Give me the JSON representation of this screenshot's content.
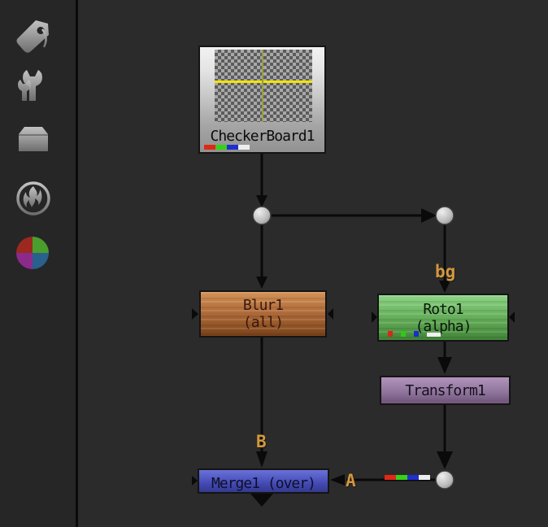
{
  "sidebar": {
    "icons": [
      {
        "name": "tag"
      },
      {
        "name": "wrench"
      },
      {
        "name": "drawer"
      },
      {
        "name": "flame-circle"
      },
      {
        "name": "color-wheel"
      }
    ]
  },
  "graph": {
    "nodes": {
      "checkerboard": {
        "label": "CheckerBoard1"
      },
      "blur": {
        "label": "Blur1",
        "sublabel": "(all)"
      },
      "roto": {
        "label": "Roto1",
        "sublabel": "(alpha)"
      },
      "transform": {
        "label": "Transform1"
      },
      "merge": {
        "label": "Merge1 (over)"
      }
    },
    "wire_labels": {
      "bg": "bg",
      "a": "A",
      "b": "B"
    },
    "colors": {
      "background": "#2b2b2b",
      "sidebar": "#262626",
      "blur_node": "#ad6a38",
      "roto_node": "#69b25e",
      "transform_node": "#8d7299",
      "merge_node": "#4248b0",
      "checker_node": "#c6c6c6",
      "wire_label": "#d4983a",
      "chip_red": "#e02818",
      "chip_green": "#38d018",
      "chip_blue": "#2030cc",
      "chip_white": "#ededed"
    }
  }
}
